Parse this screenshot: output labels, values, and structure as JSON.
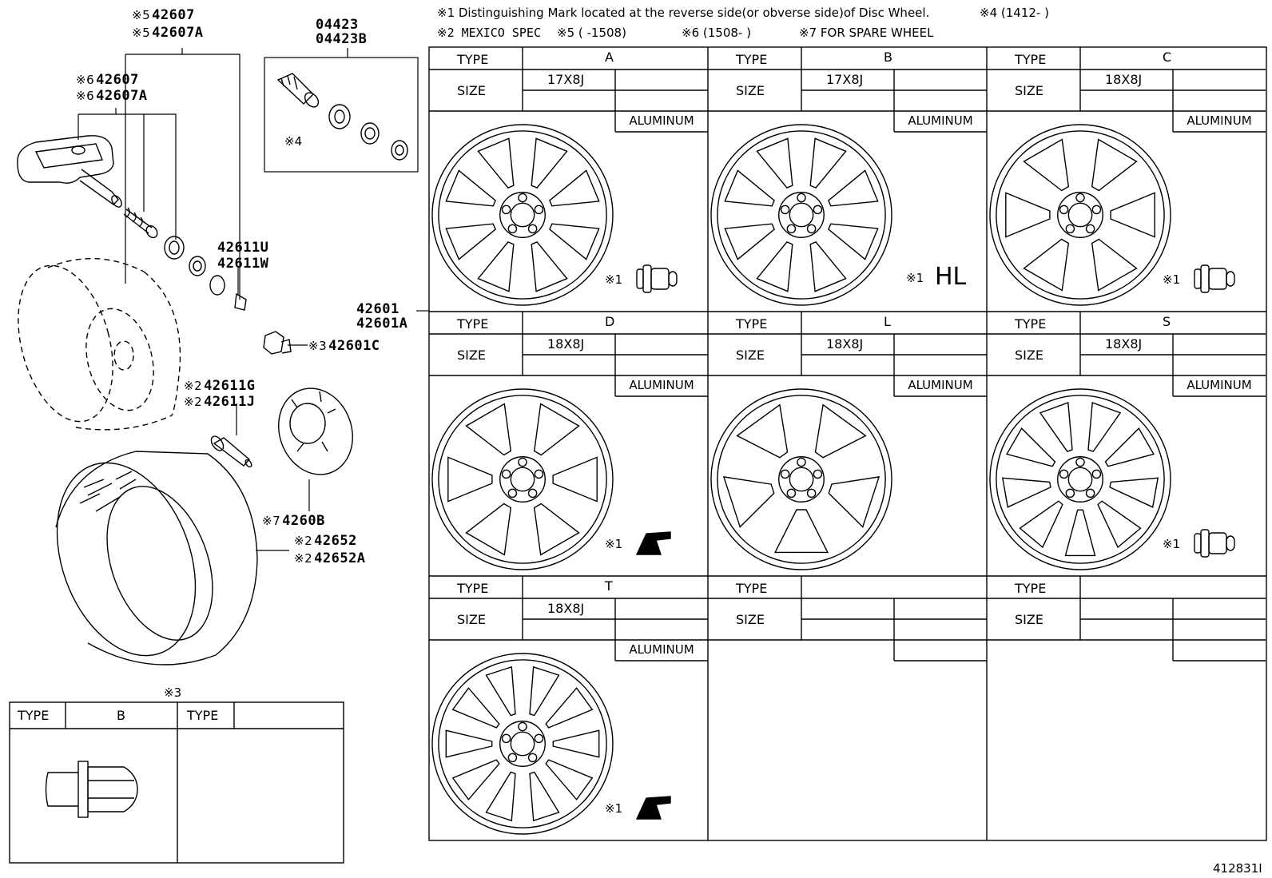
{
  "notes": {
    "line1": "※1 Distinguishing Mark located at the reverse side(or obverse side)of Disc Wheel.",
    "line1b": "※4 (1412-      )",
    "line2a": "※2 MEXICO SPEC",
    "line2b": "※5 (      -1508)",
    "line2c": "※6 (1508-      )",
    "line2d": "※7 FOR SPARE WHEEL"
  },
  "parts": {
    "p42607_5": {
      "mark": "※5",
      "num": "42607"
    },
    "p42607a_5": {
      "mark": "※5",
      "num": "42607A"
    },
    "p42607_6": {
      "mark": "※6",
      "num": "42607"
    },
    "p42607a_6": {
      "mark": "※6",
      "num": "42607A"
    },
    "p04423": {
      "num": "04423"
    },
    "p04423b": {
      "num": "04423B"
    },
    "mark4": "※4",
    "p42611u": {
      "num": "42611U"
    },
    "p42611w": {
      "num": "42611W"
    },
    "p42601": {
      "num": "42601"
    },
    "p42601a": {
      "num": "42601A"
    },
    "p42601c": {
      "mark": "※3",
      "num": "42601C"
    },
    "p42611g": {
      "mark": "※2",
      "num": "42611G"
    },
    "p42611j": {
      "mark": "※2",
      "num": "42611J"
    },
    "p4260b": {
      "mark": "※7",
      "num": "4260B"
    },
    "p42652": {
      "mark": "※2",
      "num": "42652"
    },
    "p42652a": {
      "mark": "※2",
      "num": "42652A"
    }
  },
  "wheel_table": {
    "type_label": "TYPE",
    "size_label": "SIZE",
    "material": "ALUMINUM",
    "cells": [
      {
        "type": "A",
        "size": "17X8J",
        "mark_symbol": "※1",
        "mark": "valve"
      },
      {
        "type": "B",
        "size": "17X8J",
        "mark_symbol": "※1",
        "mark": "HL"
      },
      {
        "type": "C",
        "size": "18X8J",
        "mark_symbol": "※1",
        "mark": "valve"
      },
      {
        "type": "D",
        "size": "18X8J",
        "mark_symbol": "※1",
        "mark": "bracket"
      },
      {
        "type": "L",
        "size": "18X8J",
        "mark_symbol": "",
        "mark": "none"
      },
      {
        "type": "S",
        "size": "18X8J",
        "mark_symbol": "※1",
        "mark": "valve"
      },
      {
        "type": "T",
        "size": "18X8J",
        "mark_symbol": "※1",
        "mark": "bracket"
      }
    ]
  },
  "nut_table": {
    "title": "※3",
    "type_label": "TYPE",
    "type_value": "B",
    "type_label2": "TYPE"
  },
  "figure_id": "412831I"
}
